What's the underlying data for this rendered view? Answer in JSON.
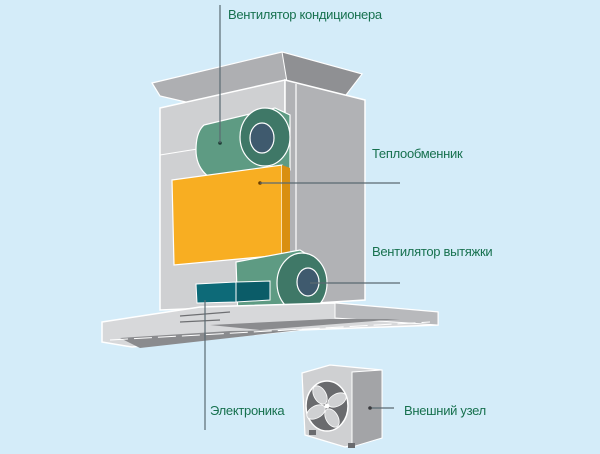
{
  "diagram": {
    "background_color": "#d4ecf9",
    "label_color": "#17714f",
    "leader_line_color": "#5a6a72",
    "components": {
      "supply_fan": {
        "label": "Вентилятор кондиционера",
        "color": "#5e9b83"
      },
      "heat_exchanger": {
        "label": "Теплообменник",
        "color": "#f8ae22"
      },
      "exhaust_fan": {
        "label": "Вентилятор вытяжки",
        "color": "#5e9b83"
      },
      "electronics": {
        "label": "Электроника",
        "color": "#0d6a78"
      },
      "outdoor_unit": {
        "label": "Внешний узел",
        "color": "#c9cacc"
      }
    },
    "housing_colors": {
      "light": "#cfd0d2",
      "mid": "#b3b4b7",
      "dark": "#9c9da0"
    }
  }
}
